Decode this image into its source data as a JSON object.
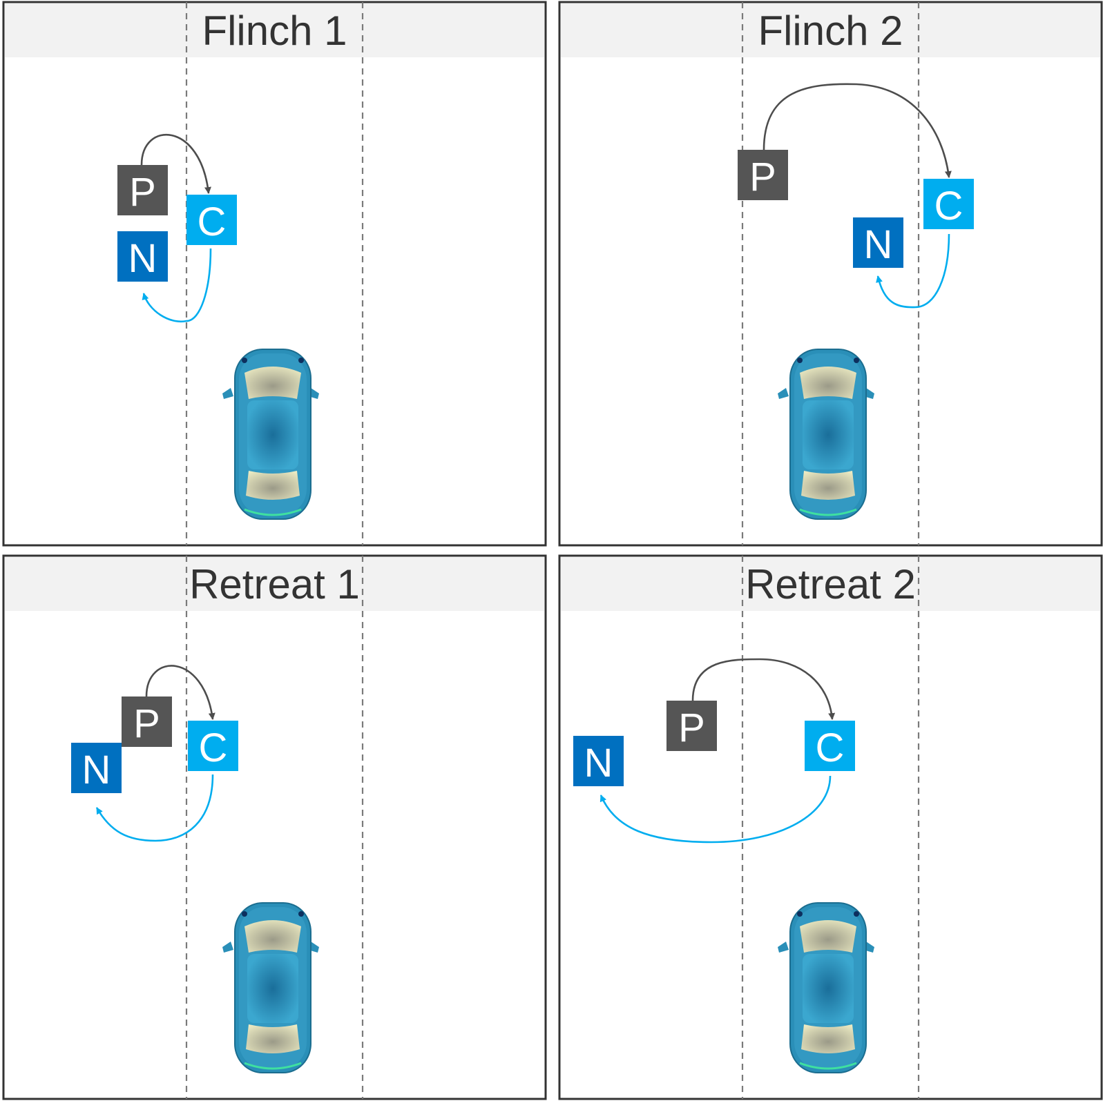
{
  "colors": {
    "P": "#555555",
    "C": "#00adef",
    "N": "#0070c0",
    "gray_arrow": "#4d4d4d",
    "blue_arrow": "#00adef",
    "title_bar": "#f2f2f2",
    "border": "#333333",
    "lane": "#7a7a7a",
    "car_body": "#2a8fb8"
  },
  "icons": {
    "car": "car-top-view-icon"
  },
  "panels": [
    {
      "title": "Flinch 1",
      "boxes": [
        {
          "key": "P",
          "label": "P"
        },
        {
          "key": "C",
          "label": "C"
        },
        {
          "key": "N",
          "label": "N"
        }
      ]
    },
    {
      "title": "Flinch 2",
      "boxes": [
        {
          "key": "P",
          "label": "P"
        },
        {
          "key": "C",
          "label": "C"
        },
        {
          "key": "N",
          "label": "N"
        }
      ]
    },
    {
      "title": "Retreat 1",
      "boxes": [
        {
          "key": "P",
          "label": "P"
        },
        {
          "key": "C",
          "label": "C"
        },
        {
          "key": "N",
          "label": "N"
        }
      ]
    },
    {
      "title": "Retreat 2",
      "boxes": [
        {
          "key": "P",
          "label": "P"
        },
        {
          "key": "C",
          "label": "C"
        },
        {
          "key": "N",
          "label": "N"
        }
      ]
    }
  ]
}
